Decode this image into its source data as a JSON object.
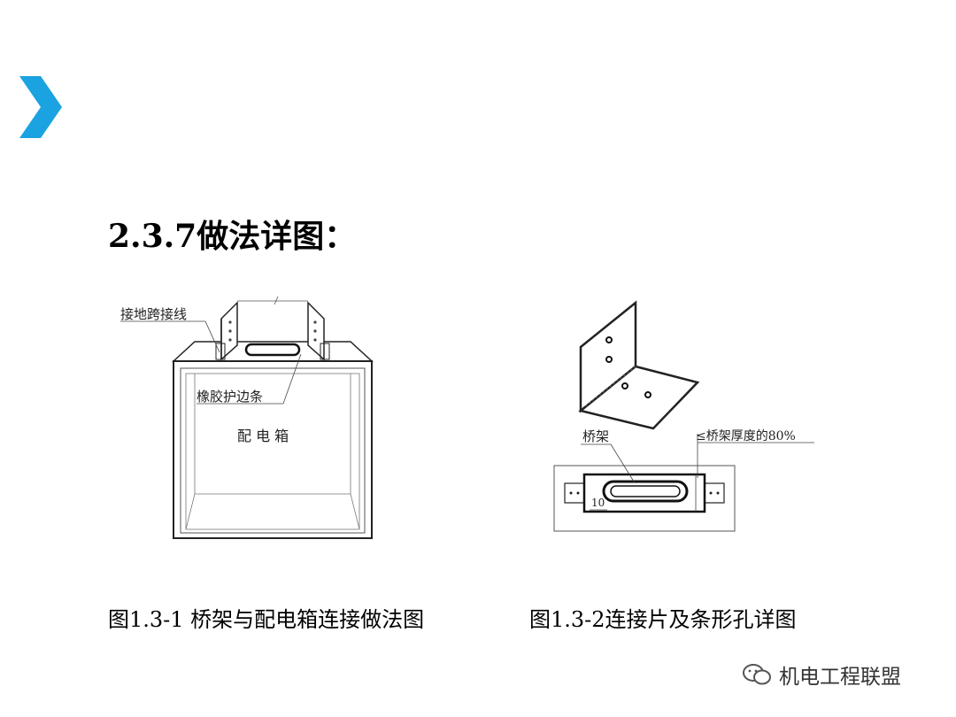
{
  "slide": {
    "heading": "2.3.7做法详图："
  },
  "figure1": {
    "caption": "图1.3-1 桥架与配电箱连接做法图",
    "label_ground_jumper": "接地跨接线",
    "label_rubber_edge": "橡胶护边条",
    "label_box": "配 电 箱"
  },
  "figure2": {
    "caption": "图1.3-2连接片及条形孔详图",
    "label_tray": "桥架",
    "label_thickness": "≤桥架厚度的80%",
    "label_dim": "10"
  },
  "watermark": {
    "text": "机电工程联盟"
  },
  "colors": {
    "accent": "#1aa3e0",
    "line": "#1a1a1a"
  }
}
